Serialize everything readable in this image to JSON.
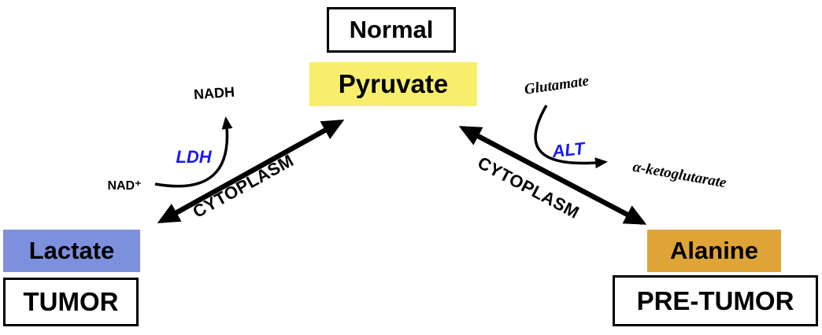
{
  "figure": {
    "description": "Pyruvate metabolism diagram linking lactate (tumor) and alanine (pre-tumor) fates"
  },
  "nodes": {
    "normal": {
      "label": "Normal"
    },
    "pyruvate": {
      "label": "Pyruvate"
    },
    "lactate": {
      "label": "Lactate"
    },
    "tumor": {
      "label": "TUMOR"
    },
    "alanine": {
      "label": "Alanine"
    },
    "pre_tumor": {
      "label": "PRE-TUMOR"
    }
  },
  "labels": {
    "nadh": "NADH",
    "nad": "NAD⁺",
    "ldh": "LDH",
    "glutamate": "Glutamate",
    "alpha_ketoglutarate": "α-ketoglutarate",
    "alt": "ALT",
    "cytoplasm_left": "CYTOPLASM",
    "cytoplasm_right": "CYTOPLASM"
  },
  "colors": {
    "pyruvate_bg": "#f7ef6b",
    "lactate_bg": "#7d90de",
    "alanine_bg": "#dfa437",
    "enzyme_text": "#1a1aee",
    "arrow": "#000000"
  }
}
